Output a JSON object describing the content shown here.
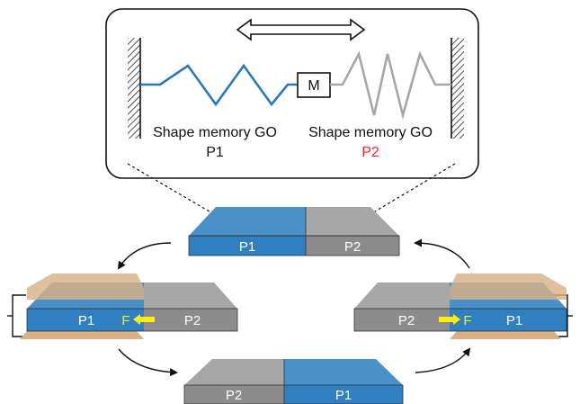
{
  "inset": {
    "mass_label": "M",
    "spring_left": {
      "label": "Shape memory GO",
      "phase": "P1"
    },
    "spring_right": {
      "label": "Shape memory GO",
      "phase": "P2"
    }
  },
  "states": {
    "top": {
      "left": "P1",
      "right": "P2"
    },
    "left": {
      "left": "P1",
      "right": "P2",
      "force": "F"
    },
    "right": {
      "left": "P2",
      "right": "P1",
      "force": "F"
    },
    "bottom": {
      "left": "P2",
      "right": "P1"
    }
  },
  "colors": {
    "p1_slab": "#2f7fc1",
    "p2_slab": "#8c8c8c",
    "electrode": "#d9b188",
    "spring_p1": "#2a78b8",
    "spring_p2": "#a6a6a6",
    "p2_label": "#e8262b",
    "force": "#ffef00",
    "force_label": "#ffef00"
  },
  "icons": [
    "double-arrow-icon",
    "cycle-arrow-icon",
    "force-arrow-icon",
    "hatched-wall-icon"
  ]
}
